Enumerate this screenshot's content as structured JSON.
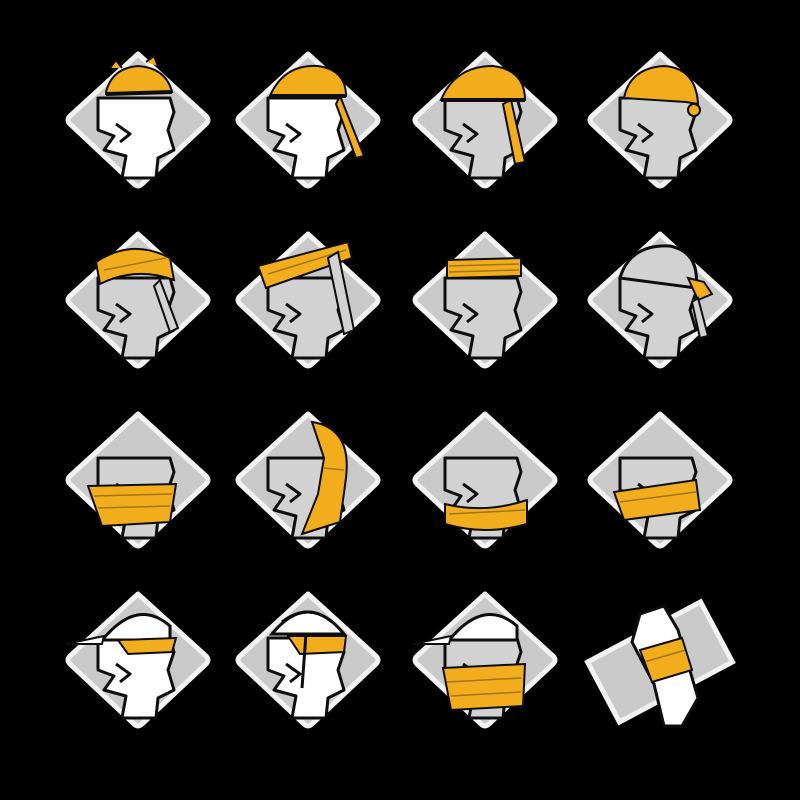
{
  "colors": {
    "background": "#000000",
    "plate": "#c9c9c9",
    "plate_outline": "#f2f2f2",
    "face": "#ffffff",
    "face_grey": "#d2d2d2",
    "bandana": "#f2ad1c",
    "line": "#0d0d0d"
  },
  "icons": [
    {
      "name": "bandana-cap-icon",
      "style": "cap-knot"
    },
    {
      "name": "bandana-pirate-tail-icon",
      "style": "pirate-tail"
    },
    {
      "name": "bandana-pirate-knot-icon",
      "style": "pirate-long"
    },
    {
      "name": "bandana-head-wrap-icon",
      "style": "head-wrap"
    },
    {
      "name": "bandana-headband-wide-icon",
      "style": "band-wide"
    },
    {
      "name": "bandana-diagonal-band-icon",
      "style": "band-diagonal"
    },
    {
      "name": "bandana-sweatband-icon",
      "style": "sweatband"
    },
    {
      "name": "bandana-hair-tie-icon",
      "style": "hair-tie"
    },
    {
      "name": "bandana-neck-gaiter-icon",
      "style": "neck-gaiter"
    },
    {
      "name": "bandana-hood-icon",
      "style": "hood"
    },
    {
      "name": "bandana-scarf-icon",
      "style": "scarf"
    },
    {
      "name": "bandana-face-mask-icon",
      "style": "face-mask"
    },
    {
      "name": "bandana-under-cap-icon",
      "style": "under-cap"
    },
    {
      "name": "bandana-under-helmet-icon",
      "style": "under-helmet"
    },
    {
      "name": "bandana-cap-and-gaiter-icon",
      "style": "cap-gaiter"
    },
    {
      "name": "bandana-wristband-icon",
      "style": "wristband"
    }
  ]
}
